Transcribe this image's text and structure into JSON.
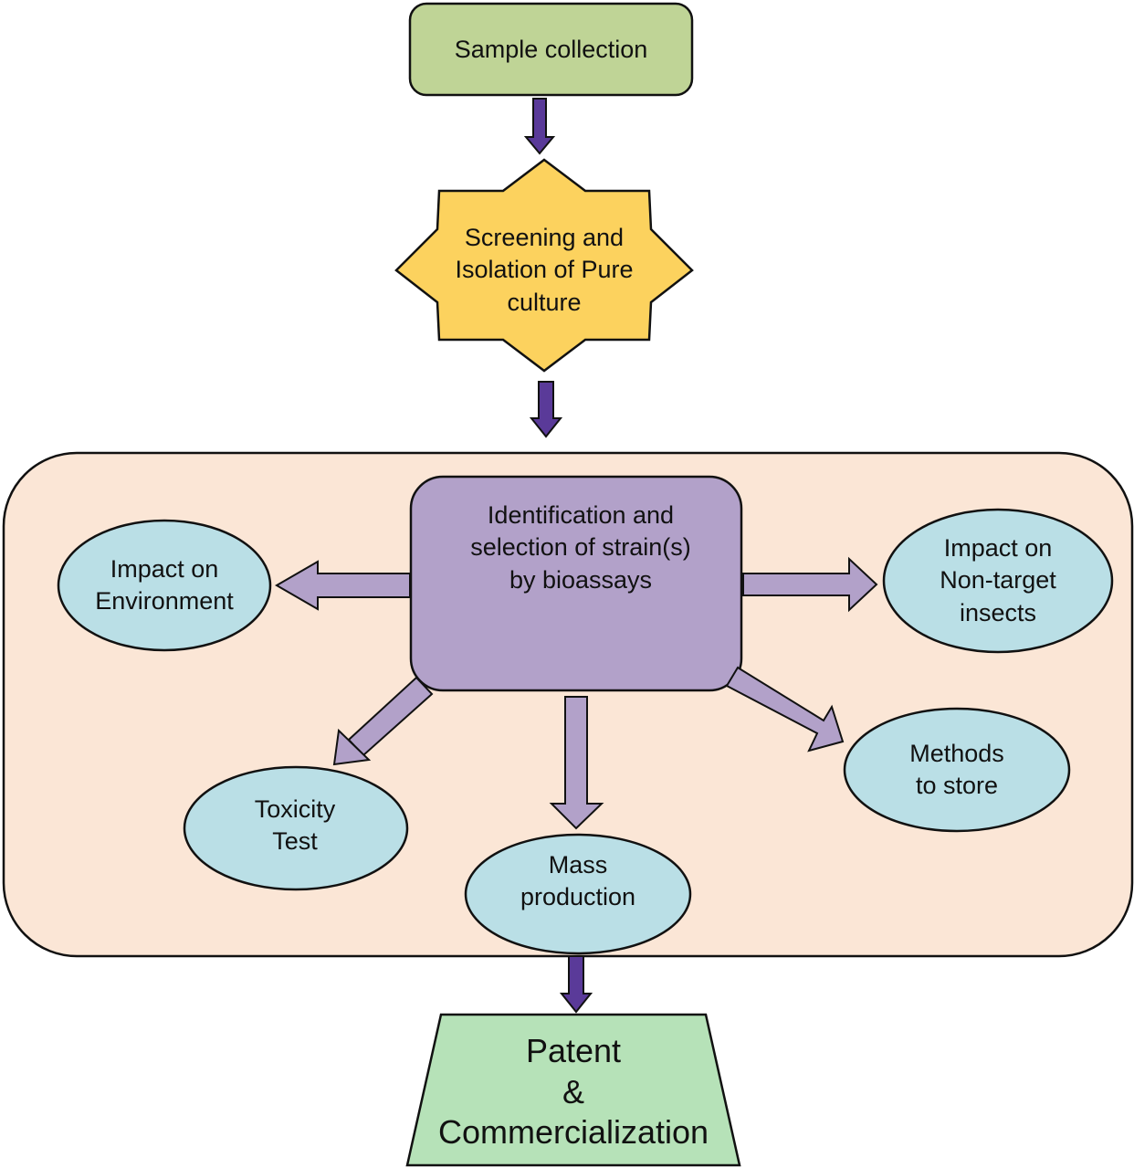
{
  "colors": {
    "sample_fill": "#bfd496",
    "star_fill": "#fcd25e",
    "container_fill": "#fbe6d6",
    "center_fill": "#b2a1c9",
    "ellipse_fill": "#badfe6",
    "arrow_dark": "#5a3a99",
    "arrow_light": "#b2a1c9",
    "patent_fill": "#b6e2b8",
    "outline": "#111111"
  },
  "nodes": {
    "sample_collection": {
      "lines": [
        "Sample collection"
      ]
    },
    "screening": {
      "lines": [
        "Screening and",
        "Isolation of Pure",
        "culture"
      ]
    },
    "identification": {
      "lines": [
        "Identification and",
        "selection of strain(s)",
        "by bioassays"
      ]
    },
    "impact_environment": {
      "lines": [
        "Impact on",
        "Environment"
      ]
    },
    "impact_nontarget": {
      "lines": [
        "Impact on",
        "Non-target",
        "insects"
      ]
    },
    "methods_store": {
      "lines": [
        "Methods",
        "to store"
      ]
    },
    "toxicity_test": {
      "lines": [
        "Toxicity",
        "Test"
      ]
    },
    "mass_production": {
      "lines": [
        "Mass",
        "production"
      ]
    },
    "patent": {
      "lines": [
        "Patent",
        "&",
        "Commercialization"
      ]
    }
  }
}
